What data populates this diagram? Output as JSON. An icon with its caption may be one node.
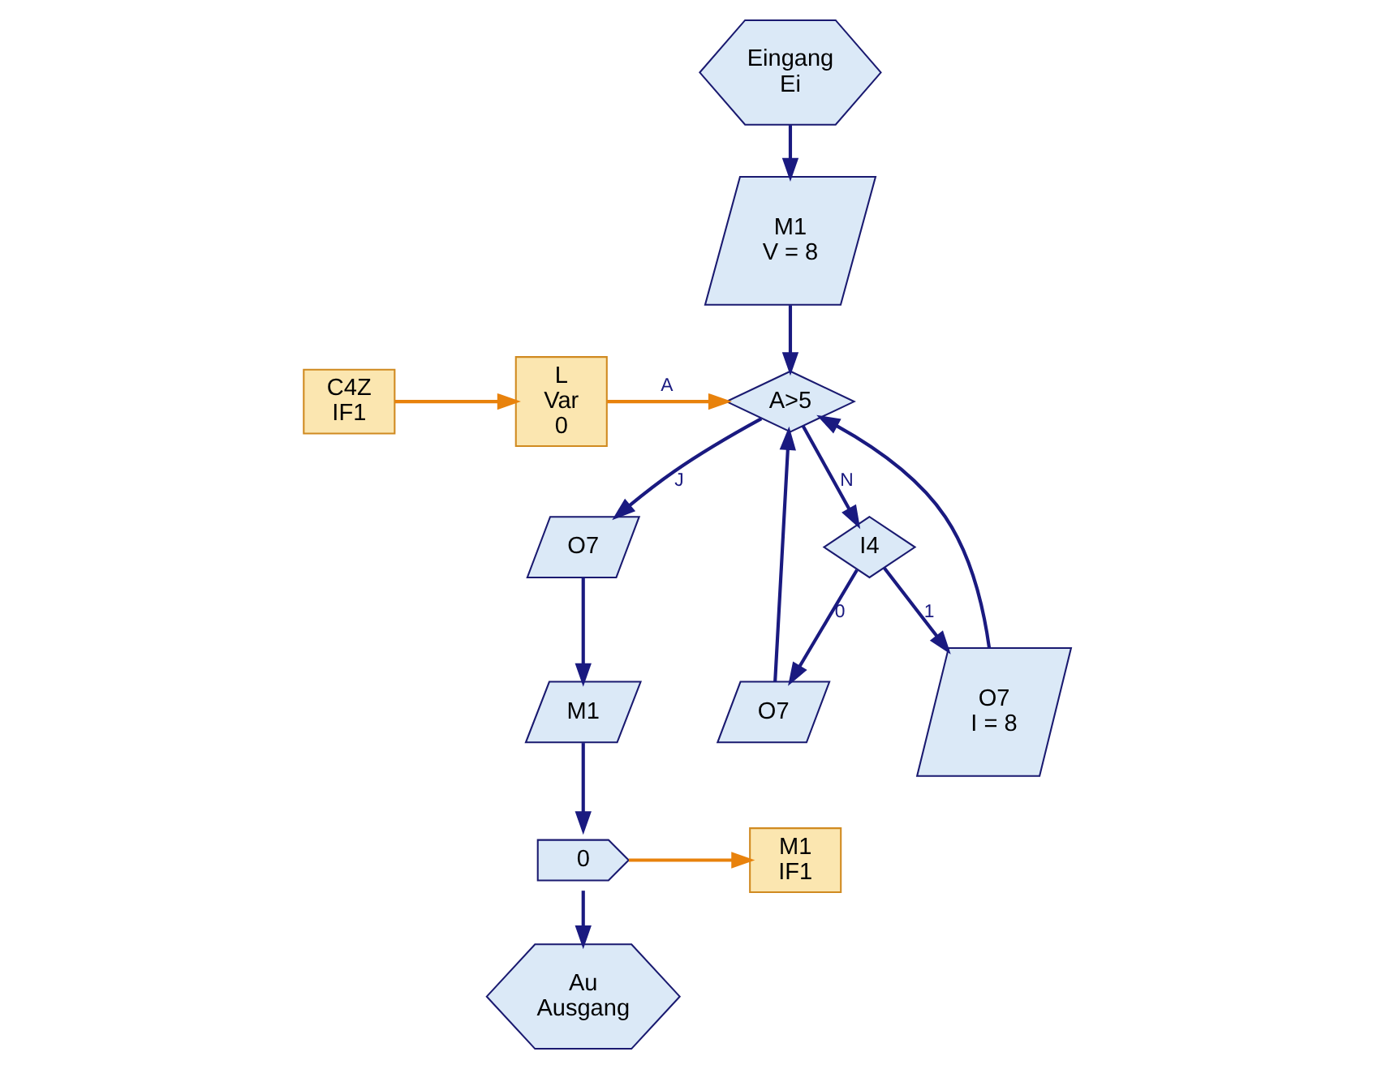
{
  "diagram": {
    "nodes": [
      {
        "text": [
          "Eingang",
          "Ei"
        ]
      },
      {
        "text": [
          "M1",
          "V = 8"
        ]
      },
      {
        "text": [
          "C4Z",
          "IF1"
        ]
      },
      {
        "text": [
          "L",
          "Var",
          "0"
        ]
      },
      {
        "text": [
          "A>5"
        ]
      },
      {
        "text": [
          "O7"
        ]
      },
      {
        "text": [
          "M1"
        ]
      },
      {
        "text": [
          "0"
        ]
      },
      {
        "text": [
          "M1",
          "IF1"
        ]
      },
      {
        "text": [
          "Au",
          "Ausgang"
        ]
      },
      {
        "text": [
          "I4"
        ]
      },
      {
        "text": [
          "O7",
          "I = 8"
        ]
      },
      {
        "text": [
          "O7"
        ]
      }
    ],
    "edges": [
      {
        "from": 0,
        "to": 1,
        "arrow": "to"
      },
      {
        "from": 1,
        "to": 4,
        "arrow": "to"
      },
      {
        "from": 2,
        "to": 3,
        "arrow": "to",
        "color": "#e8820c"
      },
      {
        "from": 3,
        "to": 4,
        "arrow": "to",
        "label": "A",
        "color": "#e8820c"
      },
      {
        "from": 4,
        "to": 5,
        "arrow": "to",
        "label": "J"
      },
      {
        "from": 5,
        "to": 6,
        "arrow": "to"
      },
      {
        "from": 6,
        "to": 7,
        "arrow": "to"
      },
      {
        "from": 7,
        "to": 8,
        "arrow": "to",
        "color": "#e8820c"
      },
      {
        "from": 7,
        "to": 9,
        "arrow": "to"
      },
      {
        "from": 4,
        "to": 10,
        "arrow": "to",
        "label": "N"
      },
      {
        "from": 10,
        "to": 11,
        "arrow": "to",
        "label": "1"
      },
      {
        "from": 10,
        "to": 12,
        "arrow": "to",
        "label": "0"
      },
      {
        "from": 11,
        "to": 4,
        "arrow": "to"
      },
      {
        "from": 12,
        "to": 4,
        "arrow": "to"
      }
    ]
  }
}
